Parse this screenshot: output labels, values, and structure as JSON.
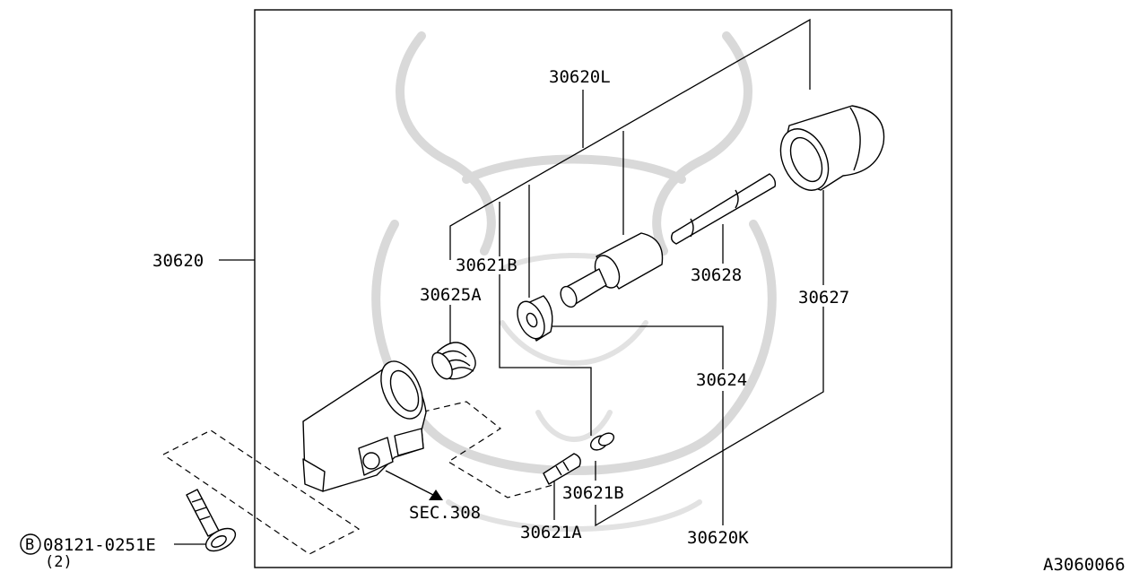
{
  "diagram": {
    "ref_number": "A3060066",
    "labels": {
      "assembly": "30620",
      "kit_l": "30620L",
      "kit_k": "30620K",
      "piston_cup_upper": "30621B",
      "dust_cover": "30625A",
      "push_rod": "30628",
      "boot": "30627",
      "piston_cup": "30624",
      "bleeder_cap": "30621B",
      "bleeder_screw": "30621A",
      "section_ref": "SEC.308",
      "bolt_part": "08121-0251E",
      "bolt_qty": "(2)",
      "bolt_marker": "B"
    }
  }
}
